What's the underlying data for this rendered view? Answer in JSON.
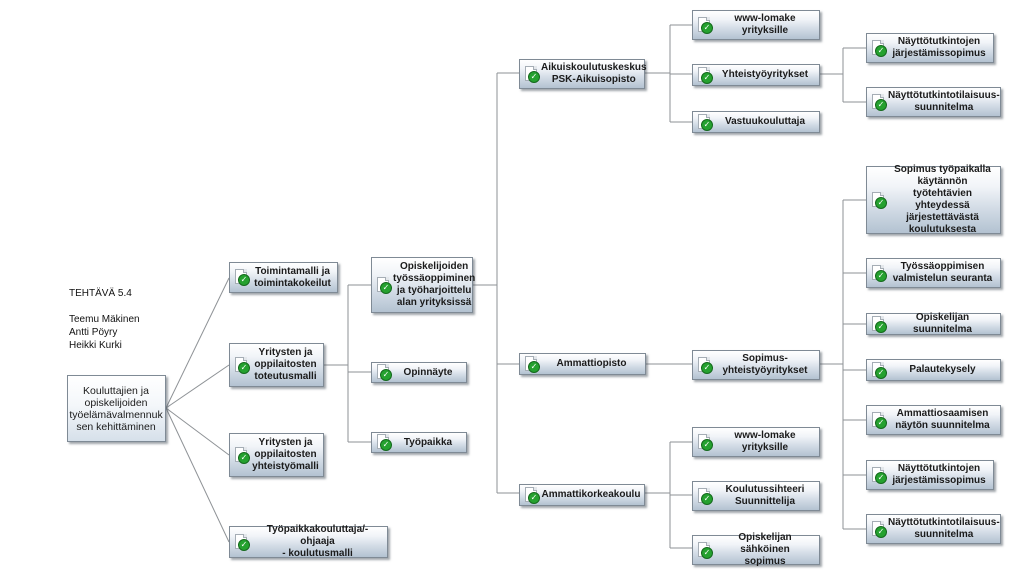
{
  "info": {
    "task": "TEHTÄVÄ 5.4",
    "authors": [
      "Teemu Mäkinen",
      "Antti Pöyry",
      "Heikki Kurki"
    ]
  },
  "nodes": {
    "root": "Kouluttajien ja\nopiskelijoiden\ntyöelämävalmennuk\nsen kehittäminen",
    "toimintamalli": "Toimintamalli ja\ntoimintakokeilut",
    "toteutusmalli": "Yritysten ja\noppilaitosten\ntoteutusmalli",
    "yhteistyomalli": "Yritysten ja\noppilaitosten\nyhteistyömalli",
    "tyopaikkakouluttaja": "Työpaikkakouluttaja/-ohjaaja\n- koulutusmalli",
    "tyossaoppiminen": "Opiskelijoiden\ntyössäoppiminen\nja työharjoittelu\nalan yrityksissä",
    "opinnayte": "Opinnäyte",
    "tyopaikka": "Työpaikka",
    "aikuiskoulutus": "Aikuiskoulutuskeskus\nPSK-Aikuisopisto",
    "ammattiopisto": "Ammattiopisto",
    "amk": "Ammattikorkeakoulu",
    "www1": "www-lomake\nyrityksille",
    "yhteistyoyritykset": "Yhteistyöyritykset",
    "vastuukouluttaja": "Vastuukouluttaja",
    "sopimus_yy": "Sopimus-\nyhteistyöyritykset",
    "www2": "www-lomake\nyrityksille",
    "koulutussihteeri": "Koulutussihteeri\nSuunnittelija",
    "sahkoinen_sopimus": "Opiskelijan sähköinen\nsopimus",
    "nj_sopimus1": "Näyttötutkintojen\njärjestämissopimus",
    "nt_suunnitelma1": "Näyttötutkintotilaisuus-\nsuunnitelma",
    "sopimus_tyopaikalla": "Sopimus työpaikalla\nkäytännön työtehtävien\nyhteydessä\njärjestettävästä\nkoulutuksesta",
    "seuranta": "Työssäoppimisen\nvalmistelun seuranta",
    "opiskelijan_suunnitelma": "Opiskelijan suunnitelma",
    "palautekysely": "Palautekysely",
    "ammattiosaamisen": "Ammattiosaamisen\nnäytön suunnitelma",
    "nj_sopimus2": "Näyttötutkintojen\njärjestämissopimus",
    "nt_suunnitelma2": "Näyttötutkintotilaisuus-\nsuunnitelma"
  }
}
